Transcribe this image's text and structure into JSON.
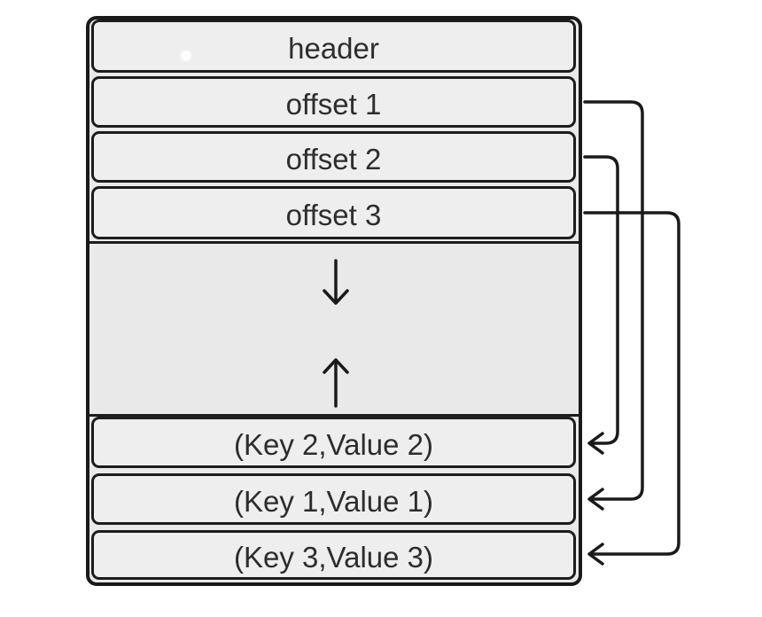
{
  "colors": {
    "background": "#ffffff",
    "box_fill": "#eeeeee",
    "container_fill": "#e9e9e9",
    "box_border": "#1c1c1c",
    "connector": "#1a1a1a",
    "text": "#2d2d2d"
  },
  "diagram": {
    "header": {
      "label": "header"
    },
    "offsets": [
      {
        "label": "offset 1"
      },
      {
        "label": "offset 2"
      },
      {
        "label": "offset 3"
      }
    ],
    "free_space": {
      "arrows": [
        "down",
        "up"
      ]
    },
    "records": [
      {
        "label": "(Key 2,Value 2)"
      },
      {
        "label": "(Key 1,Value 1)"
      },
      {
        "label": "(Key 3,Value 3)"
      }
    ],
    "links": [
      {
        "from": "offset 1",
        "to": "(Key 1,Value 1)"
      },
      {
        "from": "offset 2",
        "to": "(Key 2,Value 2)"
      },
      {
        "from": "offset 3",
        "to": "(Key 3,Value 3)"
      }
    ]
  }
}
